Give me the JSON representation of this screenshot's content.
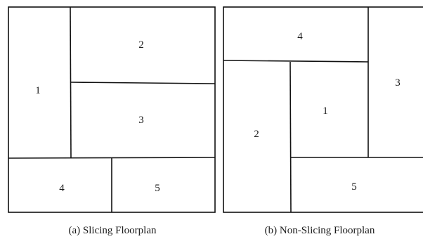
{
  "figure_a": {
    "caption": "(a) Slicing Floorplan",
    "blocks": [
      "1",
      "2",
      "3",
      "4",
      "5"
    ]
  },
  "figure_b": {
    "caption": "(b) Non-Slicing Floorplan",
    "blocks": [
      "4",
      "3",
      "1",
      "2",
      "5"
    ]
  },
  "colors": {
    "line": "#111111",
    "text": "#1a1a1a",
    "background": "#ffffff"
  }
}
